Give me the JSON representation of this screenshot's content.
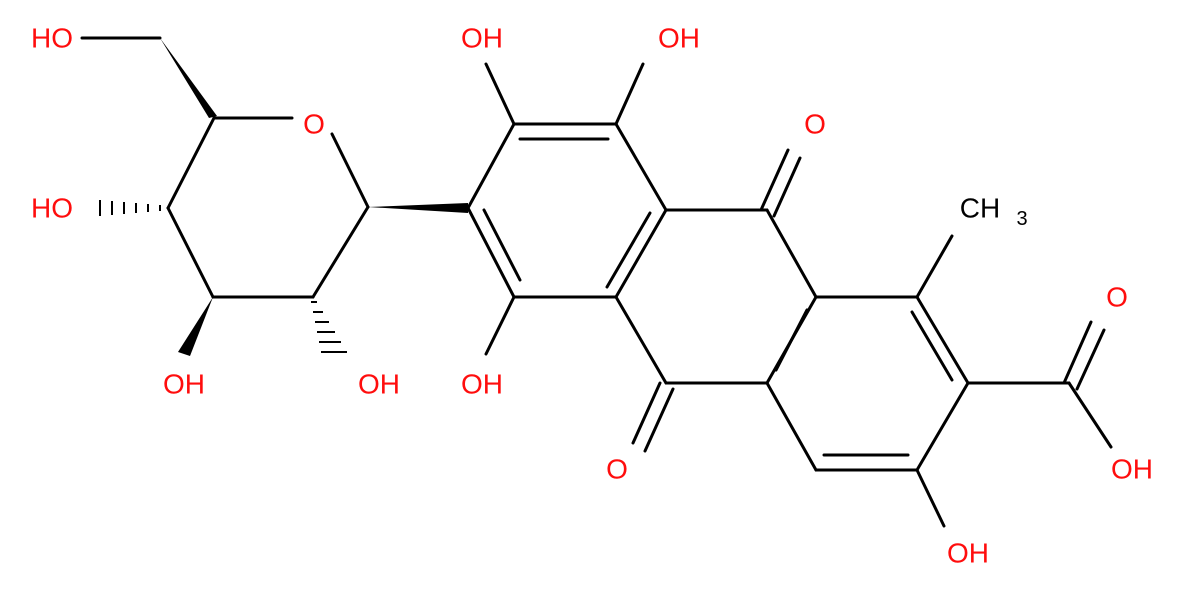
{
  "molecule": {
    "atom_labels": {
      "ho_top_left": "HO",
      "o_ring": "O",
      "ho_left": "HO",
      "oh_bottom_a": "OH",
      "oh_bottom_b": "OH",
      "oh_top_a": "OH",
      "oh_top_b": "OH",
      "oh_mid": "OH",
      "o_keto_top": "O",
      "o_keto_bottom": "O",
      "ch3_main": "CH",
      "ch3_sub": "3",
      "o_carboxyl": "O",
      "oh_carboxyl": "OH",
      "oh_bottom_right": "OH"
    },
    "colors": {
      "bond": "#000000",
      "heteroatom": "#ff0d0d",
      "carbon_label": "#000000",
      "background": "#ffffff"
    }
  }
}
